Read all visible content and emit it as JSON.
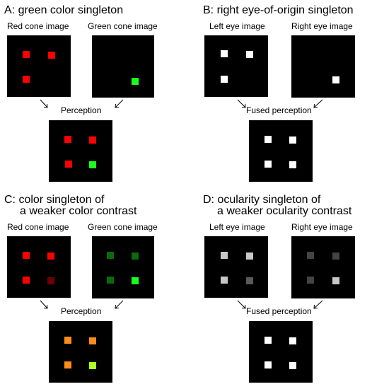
{
  "colors": {
    "background": "#000000",
    "red": "#ff0000",
    "dark_red": "#6e0000",
    "green": "#1aff1a",
    "dark_green": "#0b6a0b",
    "white": "#ffffff",
    "light_gray": "#c8c8c8",
    "mid_gray": "#5a5a5a",
    "dark_gray": "#444444",
    "orange": "#ff8c1a",
    "yellow_green": "#aaff22"
  },
  "panels": {
    "A": {
      "title": "A: green color singleton",
      "left_label": "Red cone image",
      "right_label": "Green cone image",
      "result_label": "Perception"
    },
    "B": {
      "title": "B: right eye-of-origin singleton",
      "left_label": "Left eye image",
      "right_label": "Right eye image",
      "result_label": "Fused perception"
    },
    "C": {
      "title_line1": "C: color singleton of",
      "title_line2": "a weaker color contrast",
      "left_label": "Red cone image",
      "right_label": "Green cone image",
      "result_label": "Perception"
    },
    "D": {
      "title_line1": "D: ocularity singleton of",
      "title_line2": "a weaker ocularity contrast",
      "left_label": "Left eye image",
      "right_label": "Right eye image",
      "result_label": "Fused perception"
    }
  }
}
